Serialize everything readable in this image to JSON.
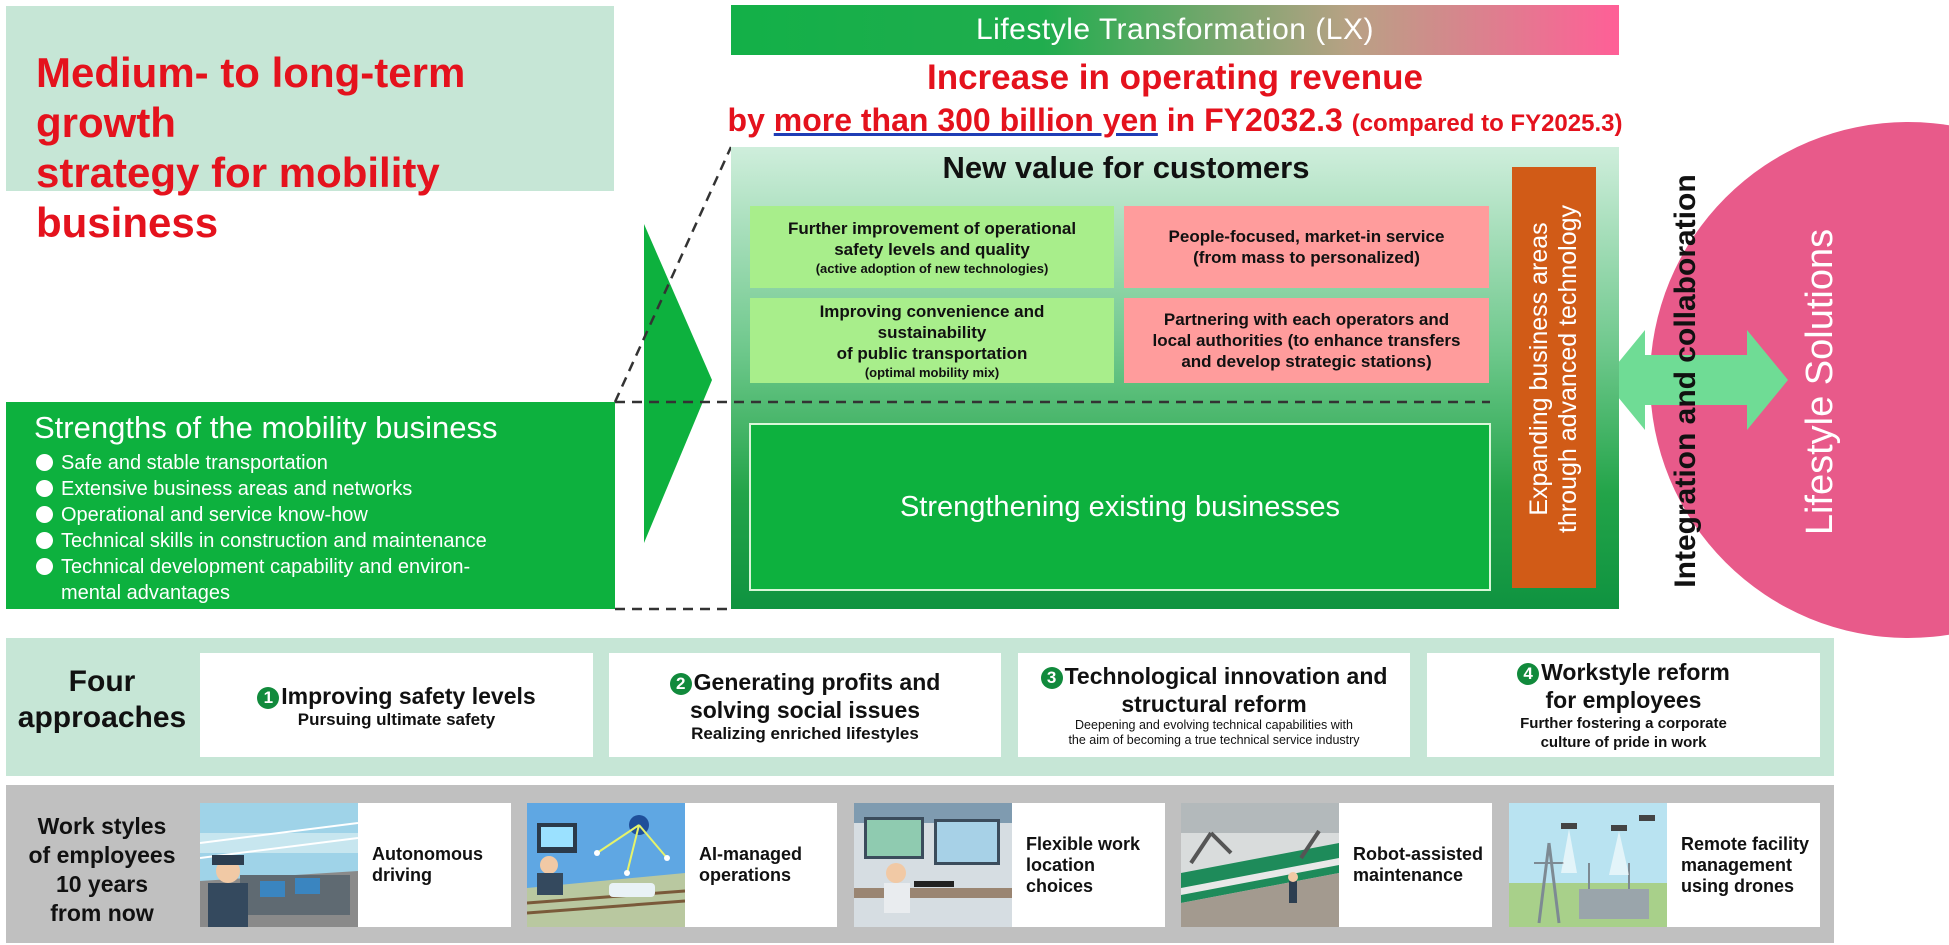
{
  "title": {
    "line1": "Medium- to long-term growth",
    "line2": "strategy for mobility business"
  },
  "lx_banner": "Lifestyle Transformation (LX)",
  "increase": {
    "line1": "Increase in operating revenue",
    "prefix": "by ",
    "highlight": "more than 300 billion yen",
    "suffix": " in FY2032.3",
    "note": "(compared to FY2025.3)"
  },
  "new_value": {
    "title": "New value for customers",
    "cells": [
      {
        "l1": "Further improvement of operational",
        "l2": "safety levels and quality",
        "sub": "(active adoption of new technologies)"
      },
      {
        "l1": "People-focused, market-in service",
        "l2": "(from mass to personalized)"
      },
      {
        "l1": "Improving convenience and",
        "l2": "sustainability",
        "l3": "of public transportation",
        "sub": "(optimal mobility mix)"
      },
      {
        "l1": "Partnering with each operators and",
        "l2": "local authorities (to enhance transfers",
        "l3": "and develop strategic stations)"
      }
    ]
  },
  "strengthening": "Strengthening existing businesses",
  "expanding": {
    "line1": "Expanding business areas",
    "line2": "through advanced technology"
  },
  "integration": "Integration and collaboration",
  "lifestyle_solutions": "Lifestyle Solutions",
  "strengths": {
    "heading": "Strengths of the mobility business",
    "items": [
      "Safe and stable transportation",
      "Extensive business areas and networks",
      "Operational and service know-how",
      "Technical skills in construction and maintenance",
      "Technical development capability and environ-"
    ],
    "item5_cont": "mental advantages"
  },
  "four_approaches": {
    "label_l1": "Four",
    "label_l2": "approaches",
    "cards": [
      {
        "num": "1",
        "l1": "Improving safety levels",
        "sub1": "Pursuing ultimate safety"
      },
      {
        "num": "2",
        "l1": "Generating profits and",
        "l2": "solving social issues",
        "sub1": "Realizing enriched lifestyles"
      },
      {
        "num": "3",
        "l1": "Technological innovation and",
        "l2": "structural reform",
        "sub1": "Deepening and evolving technical capabilities with",
        "sub2": "the aim of becoming a true technical service industry"
      },
      {
        "num": "4",
        "l1": "Workstyle reform",
        "l2": "for employees",
        "sub1": "Further fostering a corporate",
        "sub2": "culture of pride in work"
      }
    ]
  },
  "work_styles": {
    "label": [
      "Work styles",
      "of employees",
      "10 years",
      "from now"
    ],
    "cards": [
      {
        "l1": "Autonomous",
        "l2": "driving"
      },
      {
        "l1": "AI-managed",
        "l2": "operations"
      },
      {
        "l1": "Flexible work",
        "l2": "location choices"
      },
      {
        "l1": "Robot-assisted",
        "l2": "maintenance"
      },
      {
        "l1": "Remote facility",
        "l2": "management",
        "l3": "using drones"
      }
    ]
  },
  "colors": {
    "red": "#e4121d",
    "green": "#0db13e",
    "mint": "#c6e6d6",
    "pink": "#e85a8a",
    "orange": "#d15b17"
  }
}
